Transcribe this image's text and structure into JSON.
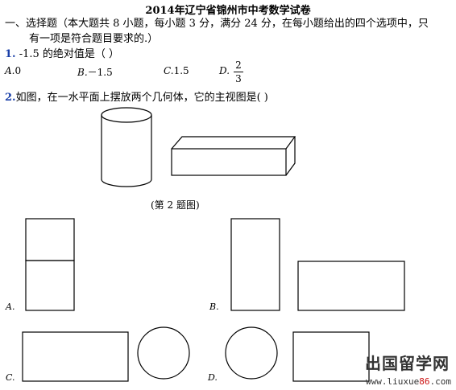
{
  "title": "2014年辽宁省锦州市中考数学试卷",
  "section": {
    "line1": "一、选择题（本大题共 8 小题，每小题 3 分，满分 24 分，在每小题给出的四个选项中，只",
    "line2": "有一项是符合题目要求的.）"
  },
  "q1": {
    "number": "1.",
    "text": " -1.5 的绝对值是（        ）",
    "options": [
      {
        "letter": "A.",
        "value": "0"
      },
      {
        "letter": "B.",
        "value": "－1.5"
      },
      {
        "letter": "C.",
        "value": "1.5"
      },
      {
        "letter": "D.",
        "numerator": "2",
        "denominator": "3"
      }
    ]
  },
  "q2": {
    "number": "2.",
    "text": "如图，在一水平面上摆放两个几何体，它的主视图是(          )",
    "caption": "(第 2 题图)",
    "options": [
      "A.",
      "B.",
      "C.",
      "D."
    ]
  },
  "watermark": {
    "brand": "出国留学网",
    "url_prefix": "www.liuxue",
    "url_highlight": "86",
    "url_suffix": ".com"
  }
}
